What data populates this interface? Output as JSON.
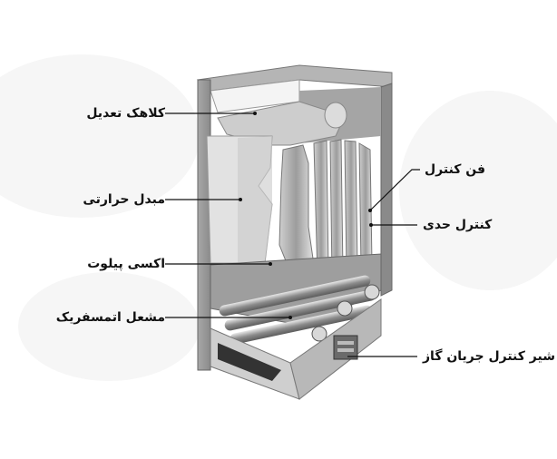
{
  "diagram": {
    "subject": "boiler-cutaway",
    "labels": {
      "draft_hood": "کلاهک تعدیل",
      "heat_exchanger": "مبدل حرارتی",
      "pilot_oxy": "اکسی پیلوت",
      "atmospheric_burner": "مشعل اتمسفریک",
      "fan_control": "فن کنترل",
      "limit_control": "کنترل حدی",
      "gas_valve": "شیر کنترل جریان گاز"
    },
    "colors": {
      "casing": "#9a9a9a",
      "casing_light": "#d4d4d4",
      "casing_dark": "#6e6e6e",
      "leader_line": "#111111"
    }
  }
}
